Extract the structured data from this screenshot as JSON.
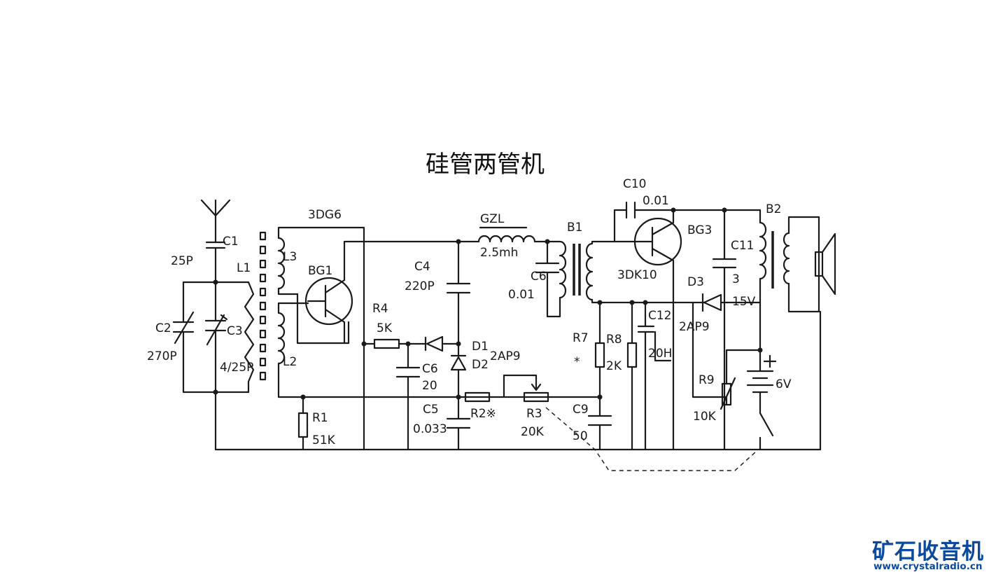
{
  "title": "硅管两管机",
  "labels": {
    "c1": "C1",
    "c1_val": "25P",
    "l1": "L1",
    "l2": "L2",
    "l3": "L3",
    "c2": "C2",
    "c2_val": "270P",
    "c3": "C3",
    "c3_val": "4/25P",
    "bg1": "BG1",
    "bg1_type": "3DG6",
    "r1": "R1",
    "r1_val": "51K",
    "r4": "R4",
    "r4_val": "5K",
    "c6a": "C6",
    "c6a_val": "20",
    "c4": "C4",
    "c4_val": "220P",
    "gzl": "GZL",
    "gzl_val": "2.5mh",
    "d1": "D1",
    "d2": "D2",
    "d_type": "2AP9",
    "c5": "C5",
    "c5_val": "0.033",
    "r2": "R2※",
    "r3": "R3",
    "r3_val": "20K",
    "c6b": "C6",
    "c6b_val": "0.01",
    "b1": "B1",
    "r7": "R7",
    "r7_val": "*",
    "r8": "R8",
    "r8_val": "2K",
    "c9": "C9",
    "c9_val": "50",
    "c12": "C12",
    "c12_val": "20H",
    "c10": "C10",
    "c10_val": "0.01",
    "bg3": "BG3",
    "bg3_type": "3DK10",
    "d3": "D3",
    "d3_val": "2AP9",
    "c11": "C11",
    "c11_val": "3",
    "c11_volt": "15V",
    "b2": "B2",
    "r9": "R9",
    "r9_val": "10K",
    "bat": "6V"
  },
  "watermark": {
    "cn": "矿石收音机",
    "url": "www.crystalradio.cn",
    "color": "#0c4aa0"
  }
}
